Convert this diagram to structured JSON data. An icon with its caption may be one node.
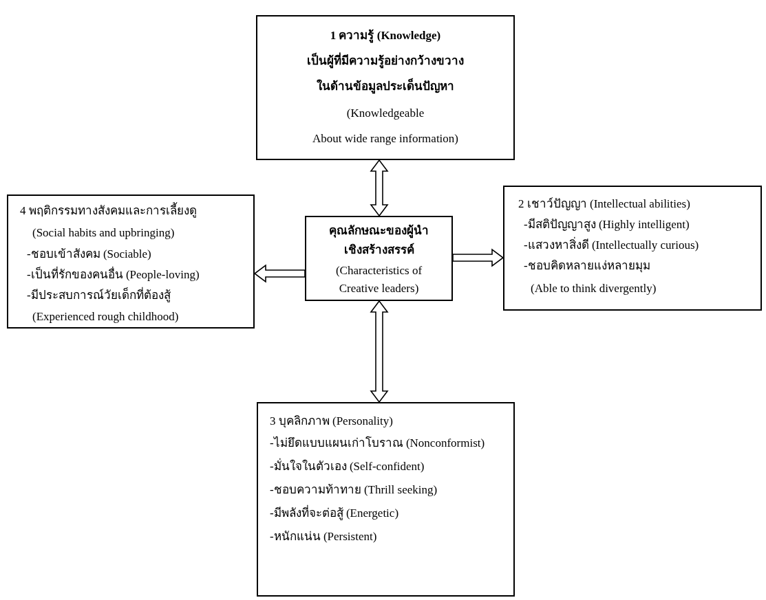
{
  "diagram": {
    "nodes": [
      {
        "text": [
          "1 ความรู้ (Knowledge)",
          "เป็นผู้ที่มีความรู้อย่างกว้างขวาง",
          "ในด้านข้อมูลประเด็นปัญหา",
          "(Knowledgeable",
          "About wide range information)"
        ]
      },
      {
        "text": [
          "4 พฤติกรรมทางสังคมและการเลี้ยงดู",
          "(Social habits and upbringing)",
          "-ชอบเข้าสังคม (Sociable)",
          "-เป็นที่รักของคนอื่น (People-loving)",
          "-มีประสบการณ์วัยเด็กที่ต้องสู้",
          "(Experienced rough childhood)"
        ]
      },
      {
        "text": [
          "คุณลักษณะของผู้นำ",
          "เชิงสร้างสรรค์",
          "(Characteristics of",
          "Creative leaders)"
        ]
      },
      {
        "text": [
          "2 เชาว์ปัญญา (Intellectual abilities)",
          "-มีสติปัญญาสูง (Highly intelligent)",
          "-แสวงหาสิ่งดี (Intellectually curious)",
          "-ชอบคิดหลายแง่หลายมุม",
          "(Able to think divergently)"
        ]
      },
      {
        "text": [
          "3 บุคลิกภาพ (Personality)",
          "-ไม่ยึดแบบแผนเก่าโบราณ (Nonconformist)",
          "-มั่นใจในตัวเอง (Self-confident)",
          "-ชอบความท้าทาย (Thrill seeking)",
          "-มีพลังที่จะต่อสู้ (Energetic)",
          "-หนักแน่น (Persistent)"
        ]
      }
    ],
    "edges": [
      {
        "from": 2,
        "to": 0,
        "arrow": "both"
      },
      {
        "from": 2,
        "to": 1,
        "arrow": "to"
      },
      {
        "from": 2,
        "to": 3,
        "arrow": "to"
      },
      {
        "from": 2,
        "to": 4,
        "arrow": "both"
      }
    ]
  }
}
